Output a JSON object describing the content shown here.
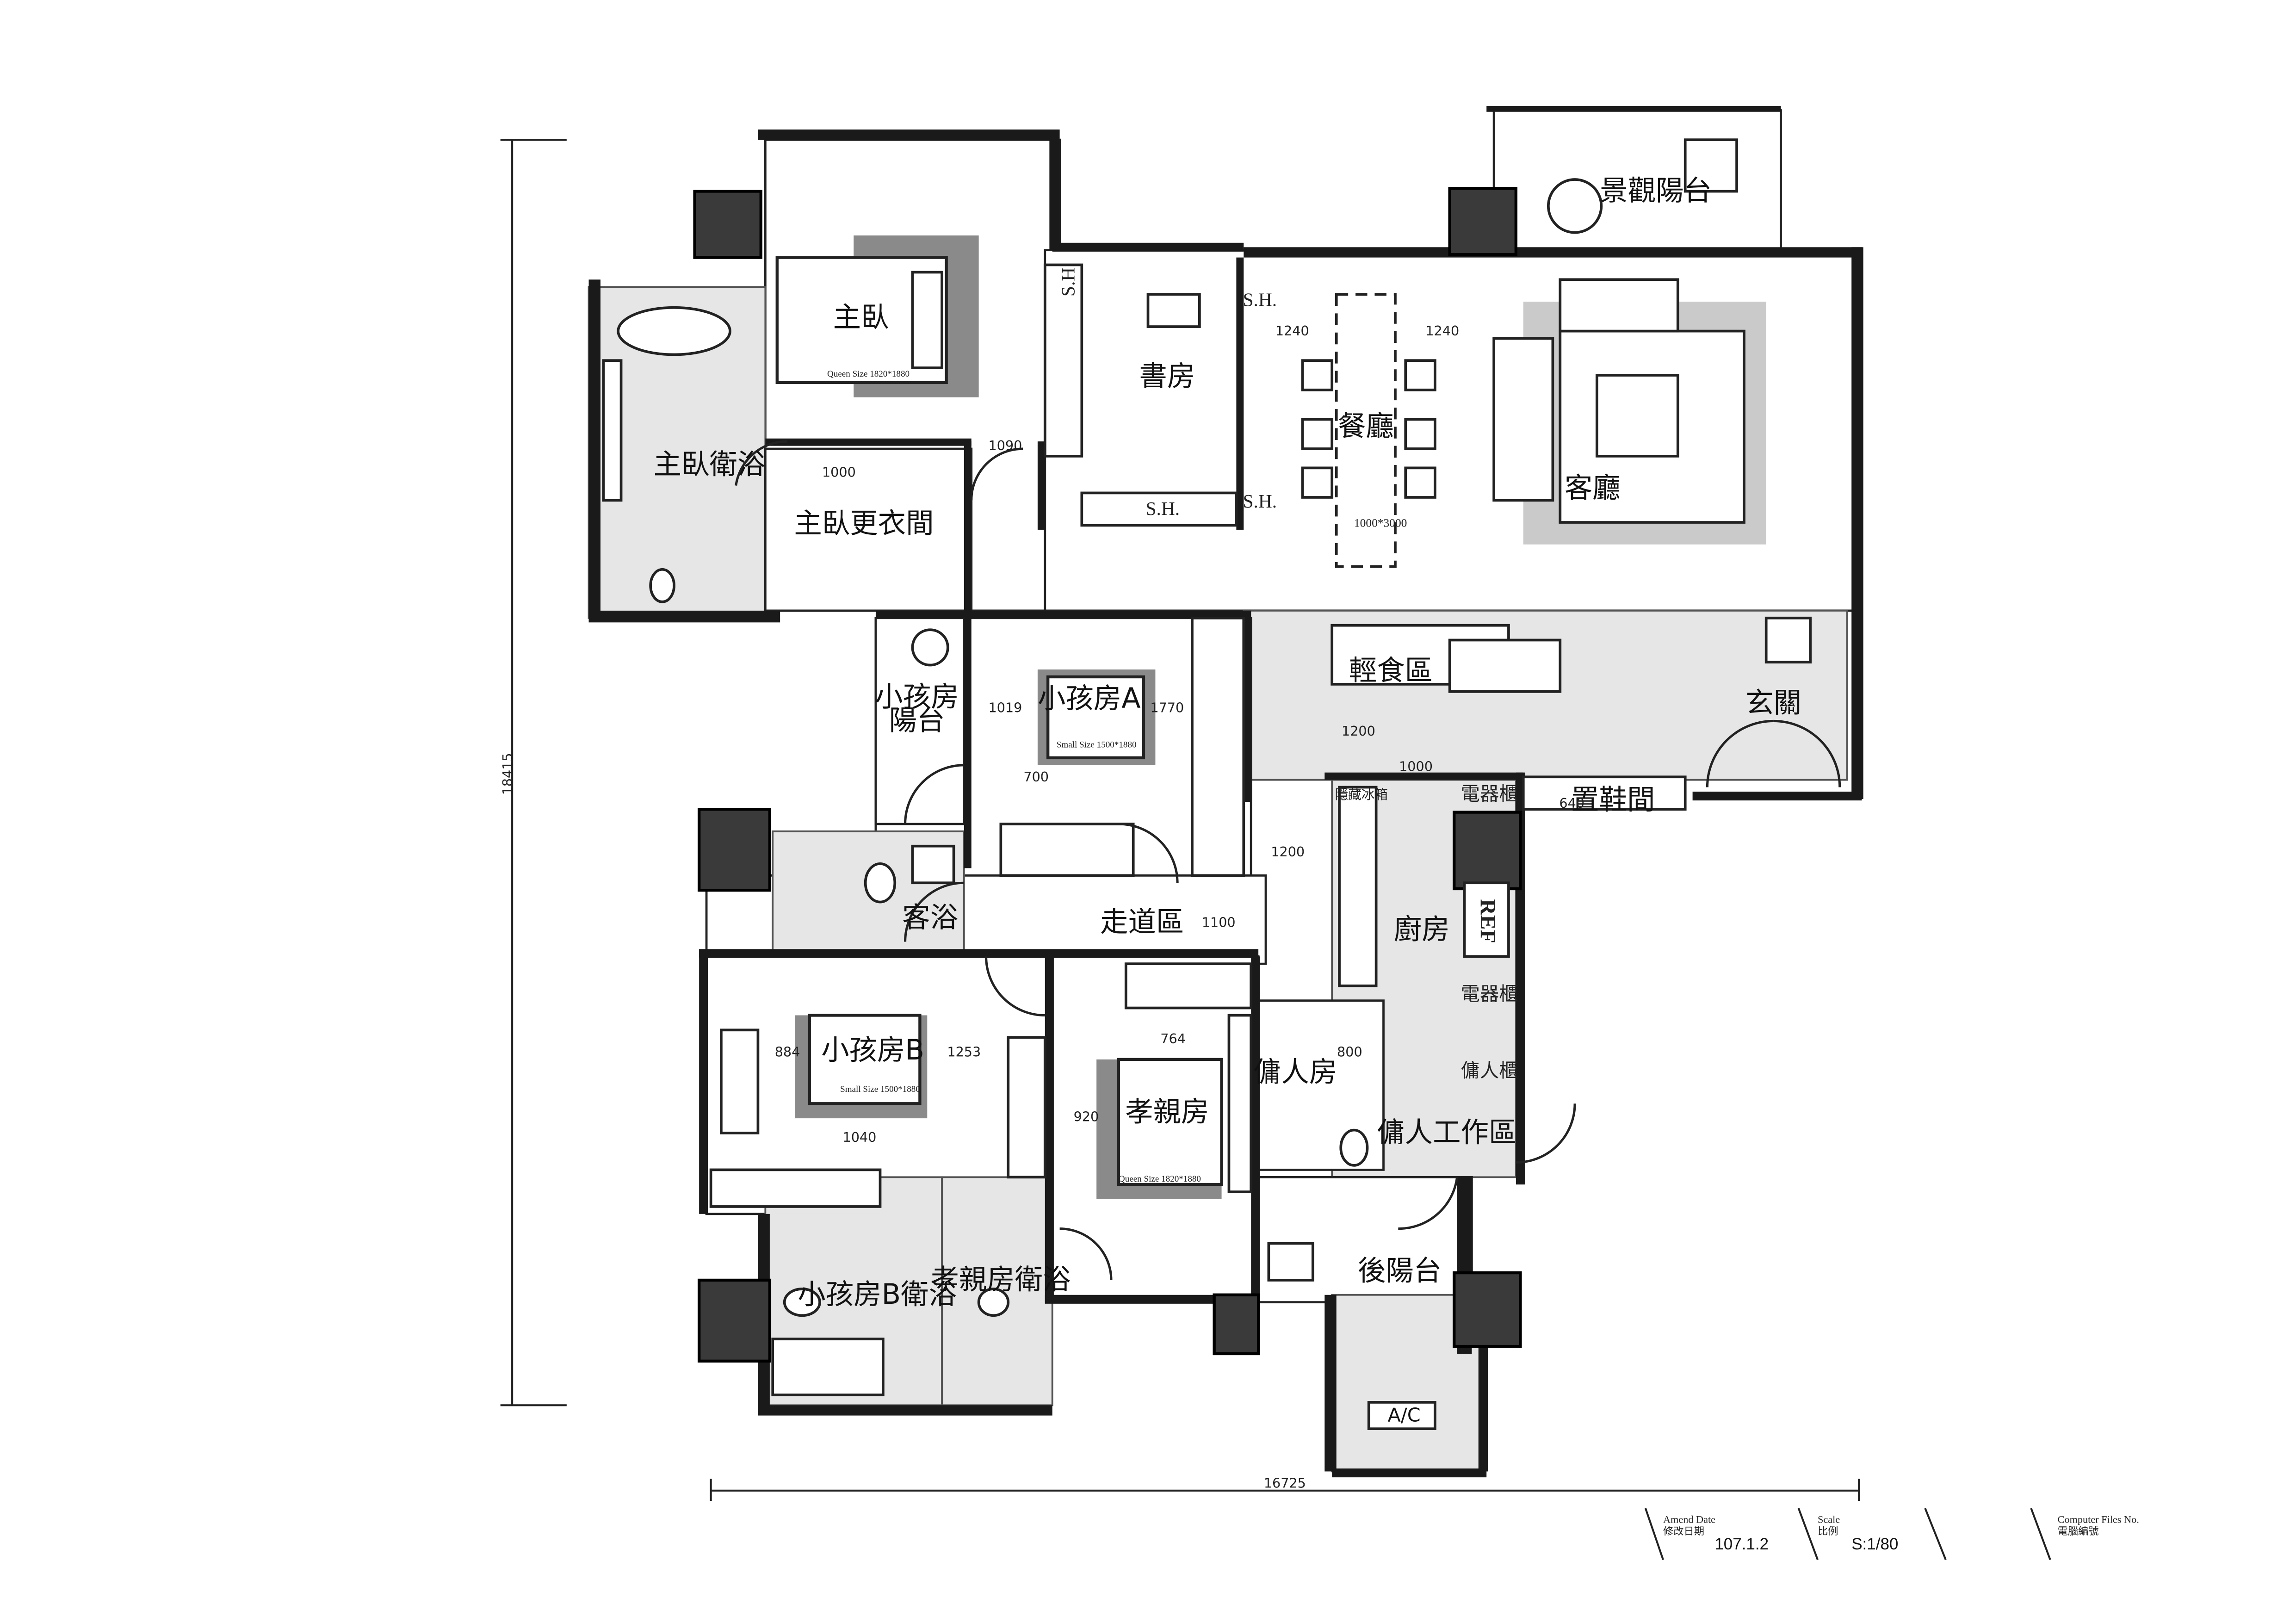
{
  "rooms": {
    "master_bedroom": "主臥",
    "master_bath": "主臥衛浴",
    "master_closet": "主臥更衣間",
    "study": "書房",
    "dining": "餐廳",
    "living": "客廳",
    "scenic_balcony": "景觀陽台",
    "light_meal": "輕食區",
    "foyer": "玄關",
    "shoe_room": "置鞋間",
    "child_room_a": "小孩房A",
    "child_balcony": [
      "小孩房",
      "陽台"
    ],
    "guest_bath": "客浴",
    "corridor": "走道區",
    "kitchen": "廚房",
    "child_room_b": "小孩房B",
    "parents_room": "孝親房",
    "maid_room": "傭人房",
    "maid_work": "傭人工作區",
    "child_b_bath": "小孩房B衛浴",
    "parents_bath": "孝親房衛浴",
    "rear_balcony": "後陽台"
  },
  "labels": {
    "sh": "S.H.",
    "ref": "REF",
    "ac": "A/C",
    "appliance": "電器櫃",
    "fridge_cabinet": "隱藏冰箱",
    "maid_cabinet": "傭人櫃",
    "kitchen_cabinet": "電器櫃",
    "queen_master": "Queen Size 1820*1880",
    "queen_parents": "Queen Size 1820*1880",
    "small_a": "Small Size 1500*1880",
    "small_b": "Small Size 1500*1880",
    "table": "1000*3000"
  },
  "dims": {
    "d1240a": "1240",
    "d1240b": "1240",
    "d1090": "1090",
    "d1000a": "1000",
    "d1019": "1019",
    "d1770": "1770",
    "d700": "700",
    "d1200a": "1200",
    "d1000b": "1000",
    "d640": "640",
    "d1200b": "1200",
    "d1100": "1100",
    "d884": "884",
    "d1253": "1253",
    "d1040": "1040",
    "d764": "764",
    "d920": "920",
    "d800": "800",
    "total_h": "18415",
    "total_w": "16725"
  },
  "title_block": {
    "amend_en": "Amend Date",
    "amend_zh": "修改日期",
    "amend_val": "107.1.2",
    "scale_en": "Scale",
    "scale_zh": "比例",
    "scale_val": "S:1/80",
    "files_en": "Computer Files No.",
    "files_zh": "電腦編號"
  }
}
